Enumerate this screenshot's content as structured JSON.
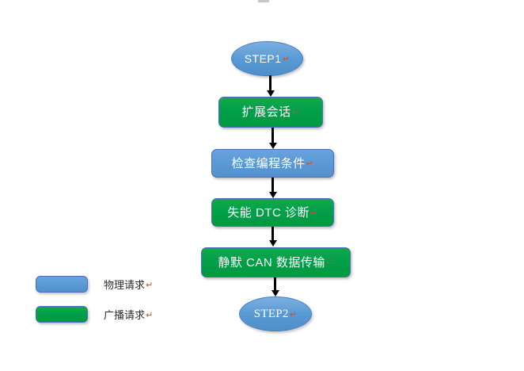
{
  "diagram": {
    "type": "flowchart",
    "orientation": "vertical",
    "return_mark": "↵",
    "colors": {
      "process_green": "#00A04A",
      "process_blue": "#5B9BD5",
      "terminator_blue": "#5B9BD5",
      "node_border": "#4A6BBF",
      "connector": "#000000",
      "node_text": "#FFFFFF",
      "legend_text": "#2B2B2B",
      "return_mark": "#B05A3C"
    },
    "nodes": [
      {
        "id": "step1",
        "label": "STEP1",
        "shape": "ellipse",
        "fill": "blue"
      },
      {
        "id": "extended",
        "label": "扩展会话",
        "shape": "rounded-rect",
        "fill": "green"
      },
      {
        "id": "precheck",
        "label": "检查编程条件",
        "shape": "rounded-rect",
        "fill": "blue"
      },
      {
        "id": "disable-dtc",
        "label": "失能 DTC 诊断",
        "shape": "rounded-rect",
        "fill": "green"
      },
      {
        "id": "silence-can",
        "label": "静默 CAN 数据传输",
        "shape": "rounded-rect",
        "fill": "green"
      },
      {
        "id": "step2",
        "label": "STEP2",
        "shape": "ellipse",
        "fill": "blue"
      }
    ],
    "edges": [
      {
        "from": "step1",
        "to": "extended"
      },
      {
        "from": "extended",
        "to": "precheck"
      },
      {
        "from": "precheck",
        "to": "disable-dtc"
      },
      {
        "from": "disable-dtc",
        "to": "silence-can"
      },
      {
        "from": "silence-can",
        "to": "step2"
      }
    ]
  },
  "legend": {
    "items": [
      {
        "swatch": "blue",
        "label": "物理请求"
      },
      {
        "swatch": "green",
        "label": "广播请求"
      }
    ]
  }
}
